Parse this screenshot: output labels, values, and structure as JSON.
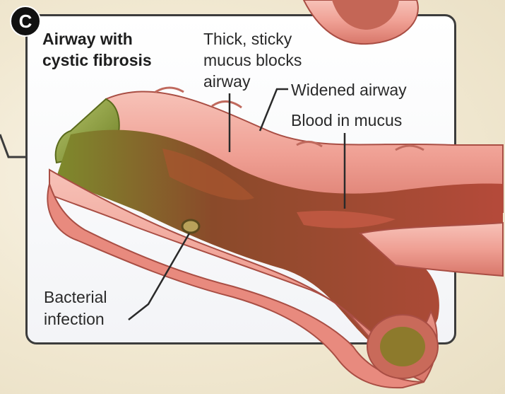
{
  "panel": {
    "badge": "C",
    "title_line1": "Airway with",
    "title_line2": "cystic fibrosis"
  },
  "labels": {
    "mucus_line1": "Thick, sticky",
    "mucus_line2": "mucus blocks",
    "mucus_line3": "airway",
    "widened": "Widened airway",
    "blood": "Blood in mucus",
    "bacterial_line1": "Bacterial",
    "bacterial_line2": "infection"
  },
  "colors": {
    "tissue": "#f2a49a",
    "tissue_dark": "#c8675c",
    "lumen": "#9c3a2a",
    "mucus_green": "#8a9a3c",
    "outline": "#3c3c3c"
  }
}
